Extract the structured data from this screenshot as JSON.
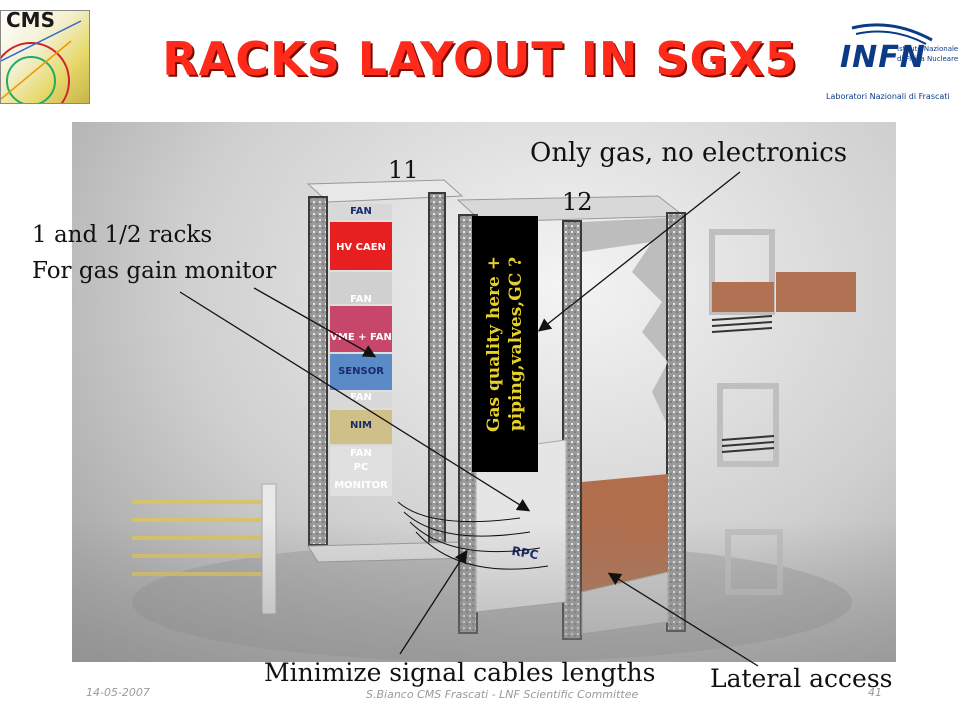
{
  "title": "RACKS LAYOUT IN SGX5",
  "logos": {
    "cms": {
      "text": "CMS"
    },
    "infn": {
      "text": "INFN",
      "subtitle_line1": "Istituto Nazionale",
      "subtitle_line2": "di Fisica Nucleare",
      "lab": "Laboratori Nazionali di Frascati"
    }
  },
  "labels": {
    "rack_11": "11",
    "rack_12": "12",
    "only_gas": "Only gas, no electronics",
    "racks_line1": "1 and 1/2 racks",
    "racks_line2": "For gas gain monitor",
    "minimize": "Minimize signal cables lengths",
    "lateral": "Lateral access"
  },
  "gas_box": {
    "line1": "Gas quality here +",
    "line2": "piping,valves,GC ?"
  },
  "rack_modules": [
    "FAN",
    "HV CAEN",
    "FAN",
    "VME + FAN",
    "SENSOR",
    "FAN",
    "NIM",
    "FAN",
    "PC",
    "MONITOR"
  ],
  "rack_12_labels": [
    "RPC"
  ],
  "footer": {
    "date": "14-05-2007",
    "author": "S.Bianco CMS Frascati - LNF Scientific Committee",
    "page": "41"
  },
  "colors": {
    "title": "#ff2a1a",
    "gas_text": "#e6d02a",
    "infn_blue": "#0b3a86"
  }
}
